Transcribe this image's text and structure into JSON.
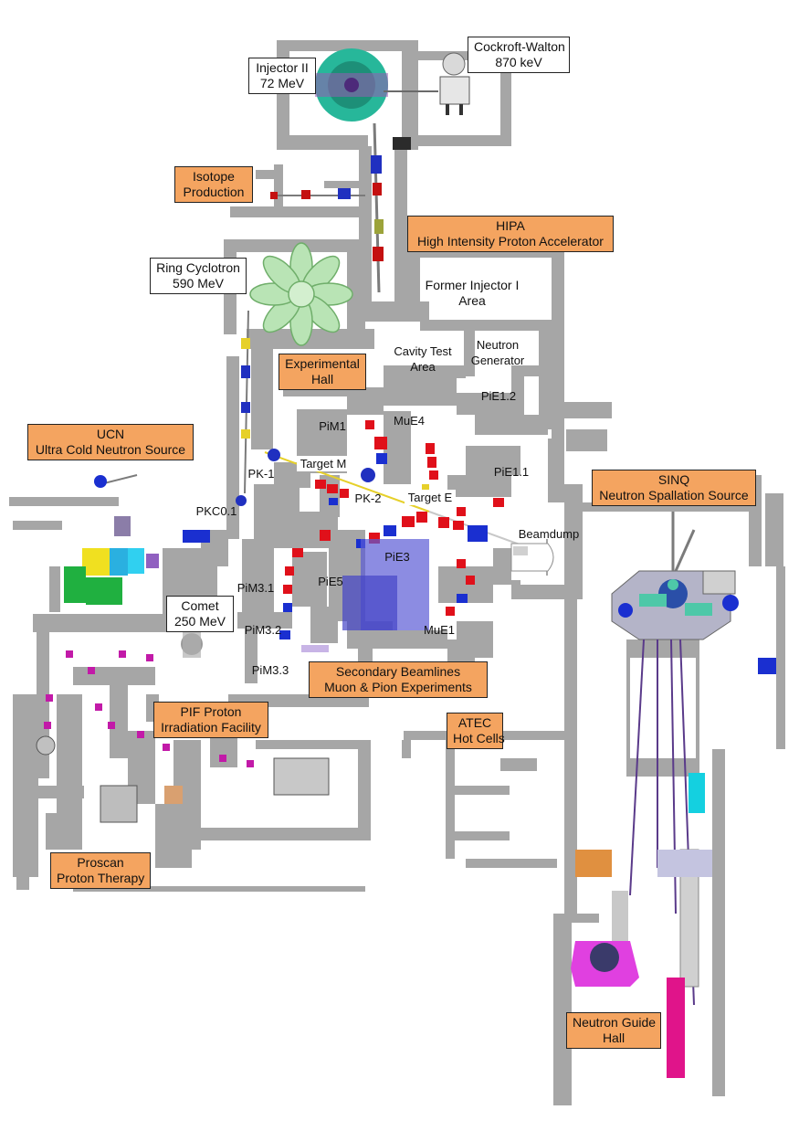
{
  "labels": {
    "cockcroft": "Cockroft-Walton\n870 keV",
    "injector2": "Injector II\n72 MeV",
    "isotope": "Isotope\nProduction",
    "hipa": "HIPA\nHigh Intensity Proton Accelerator",
    "ring": "Ring Cyclotron\n590 MeV",
    "former_injector": "Former Injector I\nArea",
    "cavity_test": "Cavity Test\nArea",
    "neutron_generator": "Neutron\nGenerator",
    "experimental_hall": "Experimental\nHall",
    "pie12": "PiE1.2",
    "pim1": "PiM1",
    "mue4": "MuE4",
    "ucn": "UCN\nUltra Cold Neutron Source",
    "target_m": "Target M",
    "pie11": "PiE1.1",
    "sinq": "SINQ\nNeutron Spallation Source",
    "pk1": "PK-1",
    "pk2": "PK-2",
    "target_e": "Target E",
    "pkc0": "PKC0.1",
    "beamdump": "Beamdump",
    "pie3": "PiE3",
    "pim31": "PiM3.1",
    "pie5": "PiE5",
    "comet": "Comet\n250 MeV",
    "pim32": "PiM3.2",
    "mue1": "MuE1",
    "pim33": "PiM3.3",
    "secondary": "Secondary Beamlines\nMuon & Pion Experiments",
    "pif": "PIF Proton\nIrradiation Facility",
    "atec": "ATEC\nHot Cells",
    "proscan": "Proscan\nProton Therapy",
    "neutron_guide": "Neutron Guide\nHall"
  },
  "colors": {
    "wall": "#a6a6a6",
    "wall_dark": "#8f8f8f",
    "label_orange": "#f4a460",
    "magnet_red": "#e0101a",
    "magnet_blue": "#1a2fd0",
    "magnet_magenta": "#c21aa8",
    "cyclotron_green": "#b9e4b5",
    "injector_teal": "#27b79a",
    "pie3_shield": "#5b5bd6",
    "sinq_teal": "#4ec8a8",
    "guide_pink": "#e0148a"
  }
}
